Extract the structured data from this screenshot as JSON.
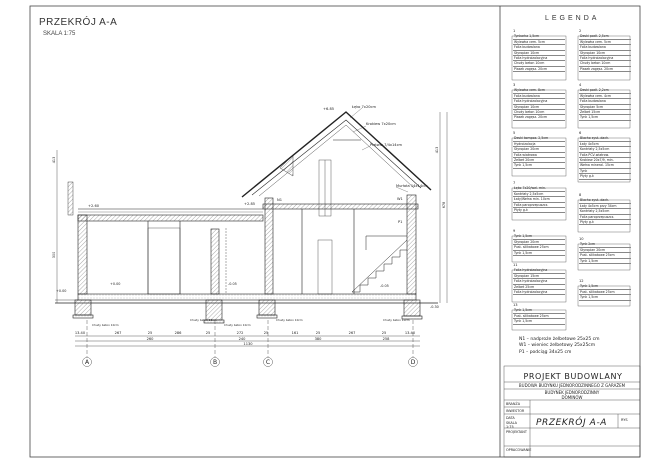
{
  "header": {
    "title": "PRZEKRÓJ A-A",
    "scale": "SKALA 1:75"
  },
  "legend": {
    "title": "LEGENDA",
    "items": [
      {
        "number": "1",
        "lines": [
          "Tynkarka 1,5cm",
          "Wylewka cem. 5cm",
          "Folia budowlana",
          "Styropian 10cm",
          "Folia hydroizolacyjna",
          "Chudy beton 10cm",
          "Piasek zagęsz. 20cm"
        ]
      },
      {
        "number": "2",
        "lines": [
          "Deski podł. 2,5cm",
          "Wylewka cem. 5cm",
          "Folia budowlana",
          "Styropian 10cm",
          "Folia hydroizolacyjna",
          "Chudy beton 10cm",
          "Piasek zagęsz. 20cm"
        ]
      },
      {
        "number": "3",
        "lines": [
          "Wylewka cem. 8cm",
          "Folia budowlana",
          "Folia hydroizolacyjna",
          "Styropian 10cm",
          "Chudy beton 10cm",
          "Piasek zagęsz. 20cm"
        ]
      },
      {
        "number": "4",
        "lines": [
          "Deski podł. 2,2cm",
          "Wylewka cem. 4cm",
          "Folia budowlana",
          "Styropian 5cm",
          "Żelbet 15cm",
          "Tynk 1,5cm"
        ]
      },
      {
        "number": "5",
        "lines": [
          "Deski kompoz. 2,5cm",
          "Hydroizolacja",
          "Styropian 20cm",
          "Folia wiatrowa",
          "Żelbet 20cm",
          "Tynk 1,5cm"
        ]
      },
      {
        "number": "6",
        "lines": [
          "Blacho syst.-dach.",
          "Łaty 4x5cm",
          "Kontrłaty 2,5x5cm",
          "Folia PCV-wiatrow.",
          "Krokiew 20x7/9, min.",
          "Wełna mineral. 15cm",
          "Tynk",
          "Płyty g-k"
        ]
      },
      {
        "number": "7",
        "lines": [
          "Łęko 7x20/wel. min.",
          "Kontrłaty 2,5x5cm",
          "Łaty/Wełna min. 10cm",
          "Folia paroprzepuszcz.",
          "Płyty g-k"
        ]
      },
      {
        "number": "8",
        "lines": [
          "Blacho syst.-dach.",
          "Łaty 4x5cm przy 34cm",
          "Kontrłaty 2,5x5cm",
          "Folia paroprzepuszcz.",
          "Płyty g-k"
        ]
      },
      {
        "number": "9",
        "lines": [
          "Tynk 1,5cm",
          "Styropian 20cm",
          "Pust. silikatowe 25cm",
          "Tynk 1,5cm"
        ]
      },
      {
        "number": "10",
        "lines": [
          "Tynk 2cm",
          "Styropian 20cm",
          "Pust. silikatowe 25cm",
          "Tynk 1,5cm"
        ]
      },
      {
        "number": "11",
        "lines": [
          "Folia hydroizolacyjna",
          "Styropian 15cm",
          "Folia hydroizolacyjna",
          "Żelbet 25cm",
          "Folia hydroizolacyjna"
        ]
      },
      {
        "number": "12",
        "lines": [
          "Tynk 1,5cm",
          "Pust. silikatowe 25cm",
          "Tynk 1,5cm"
        ]
      },
      {
        "number": "13",
        "lines": [
          "Tynk 1,5cm",
          "Pust. silikatowe 25cm",
          "Tynk 1,5cm"
        ]
      }
    ]
  },
  "notes": [
    "N1 – nadproże żelbetowe 25x25 cm",
    "W1 – wieniec żelbetowy 25x25cm",
    "P1 – podciąg 34x25 cm"
  ],
  "title_block": {
    "project": "PROJEKT BUDOWLANY",
    "building": "BUDOWA BUDYNKU JEDNORODZINNEGO Z GARAŻEM",
    "building_type": "BUDYNEK JEDNORODZINNY",
    "location": "DOMINÓW",
    "drawing": "PRZEKRÓJ A-A",
    "labels": [
      "BRANŻA",
      "INWESTOR",
      "DATA",
      "SKALA",
      "PROJEKTANT",
      "OPRACOWANIE"
    ],
    "scale_value": "1:75",
    "drawing_no_label": "RYS"
  },
  "drawing": {
    "axis_labels": [
      "A",
      "B",
      "C",
      "D"
    ],
    "dims_row1": [
      "13.40",
      "267",
      "25",
      "286",
      "25",
      "272",
      "25",
      "161",
      "25",
      "267",
      "25",
      "13.40"
    ],
    "dims_row2": [
      "260",
      "240",
      "380",
      "258"
    ],
    "dims_total": "1130",
    "level_labels": [
      "+0.00",
      "+0.00",
      "-0.05",
      "-0.05",
      "-0.30"
    ],
    "heights_left": [
      "413",
      "300"
    ],
    "heights_right": [
      "413",
      "678"
    ],
    "callouts": [
      "+6.85",
      "Łęko 7x20cm",
      "Krokiew 7x20cm",
      "Płatwie 7/4x14cm",
      "Murłata 14x14cm",
      "N1",
      "W1",
      "P1",
      "+2.85",
      "+2.60"
    ],
    "foundation_labels": [
      "Chudy beton 10cm",
      "Chudy beton 10cm",
      "Chudy beton 10cm",
      "Chudy beton 10cm",
      "Chudy beton 10cm"
    ]
  }
}
